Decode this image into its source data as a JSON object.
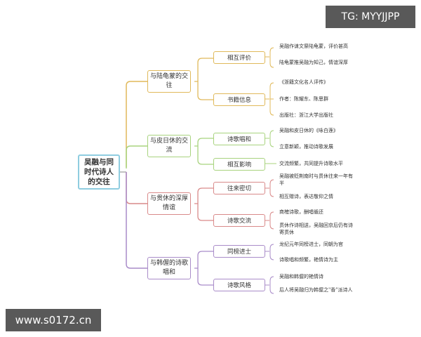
{
  "root": {
    "label": "吴融与同时代诗人的交往",
    "color": "#8fcde0"
  },
  "branches": [
    {
      "label": "与陆龟蒙的交往",
      "color": "#e0b95a",
      "children": [
        {
          "label": "相互评价",
          "leaves": [
            "吴融作诔文祭陆龟蒙，评价甚高",
            "陆龟蒙推吴融为知己，情谊深厚"
          ]
        },
        {
          "label": "书籍信息",
          "leaves": [
            "《浙籍文化名人评传》",
            "作者：陈耀东、陈思群",
            "出版社：浙江大学出版社"
          ]
        }
      ]
    },
    {
      "label": "与皮日休的交流",
      "color": "#a8d37e",
      "children": [
        {
          "label": "诗歌唱和",
          "leaves": [
            "吴融和皮日休的《咏白莲》",
            "立意新颖，推动诗歌发展"
          ]
        },
        {
          "label": "相互影响",
          "leaves": [
            "交流频繁，共同提升诗歌水平"
          ]
        }
      ]
    },
    {
      "label": "与贯休的深厚情谊",
      "color": "#d98a8a",
      "children": [
        {
          "label": "往来密切",
          "leaves": [
            "吴融被贬荆南时与贯休往来一年有半",
            "相互赠诗，表达敬仰之情"
          ]
        },
        {
          "label": "诗歌交流",
          "leaves": [
            "商榷诗歌，酬唱循还",
            "贯休作诗相送，吴融回京后仍有诗寄贯休"
          ]
        }
      ]
    },
    {
      "label": "与韩偓的诗歌唱和",
      "color": "#a98cc9",
      "children": [
        {
          "label": "同榜进士",
          "leaves": [
            "龙纪元年同榜进士，同朝为官",
            "诗歌唱和频繁，艳情诗为主"
          ]
        },
        {
          "label": "诗歌风格",
          "leaves": [
            "吴融和韩偓的艳情诗",
            "后人将吴融归为韩偓之\"香\"派诗人"
          ]
        }
      ]
    }
  ],
  "watermarks": {
    "top_right": "TG: MYYJJPP",
    "bottom_left": "www.s0172.cn"
  }
}
